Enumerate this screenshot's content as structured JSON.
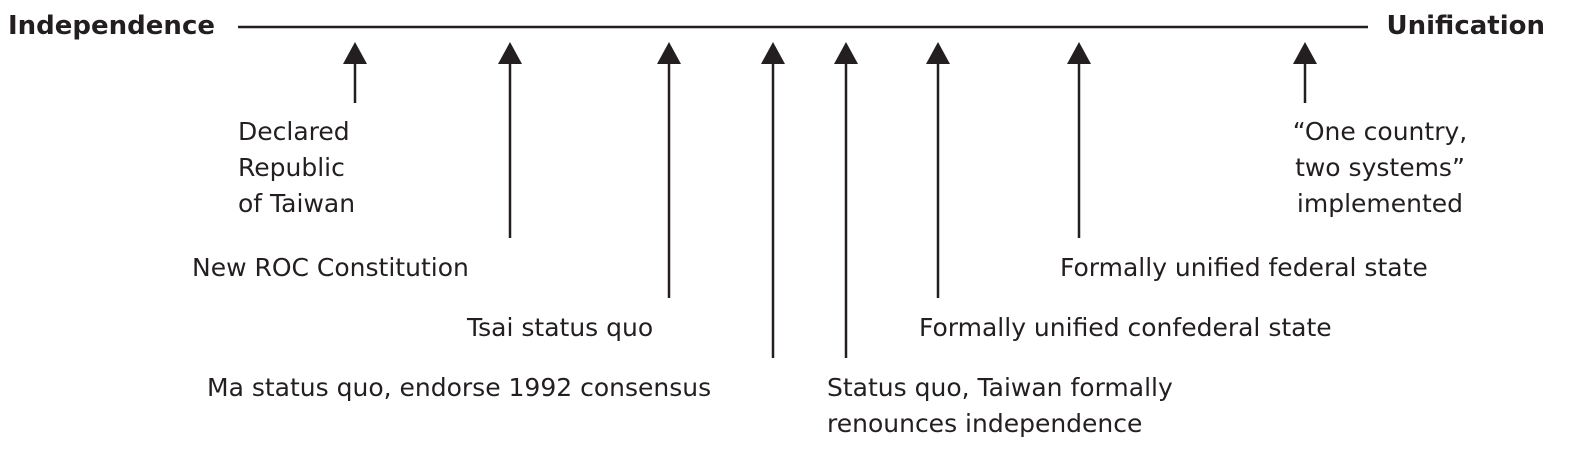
{
  "axis": {
    "left_label": "Independence",
    "right_label": "Unification"
  },
  "positions": [
    {
      "label_lines": [
        "Declared",
        "Republic",
        "of Taiwan"
      ]
    },
    {
      "label_lines": [
        "New ROC Constitution"
      ]
    },
    {
      "label_lines": [
        "Tsai status quo"
      ]
    },
    {
      "label_lines": [
        "Ma status quo, endorse 1992 consensus"
      ]
    },
    {
      "label_lines": [
        "Status quo, Taiwan formally",
        "renounces independence"
      ]
    },
    {
      "label_lines": [
        "Formally unified confederal state"
      ]
    },
    {
      "label_lines": [
        "Formally unified federal state"
      ]
    },
    {
      "label_lines": [
        "“One country,",
        "two systems”",
        "implemented"
      ]
    }
  ],
  "colors": {
    "ink": "#231f20",
    "background": "#ffffff"
  }
}
